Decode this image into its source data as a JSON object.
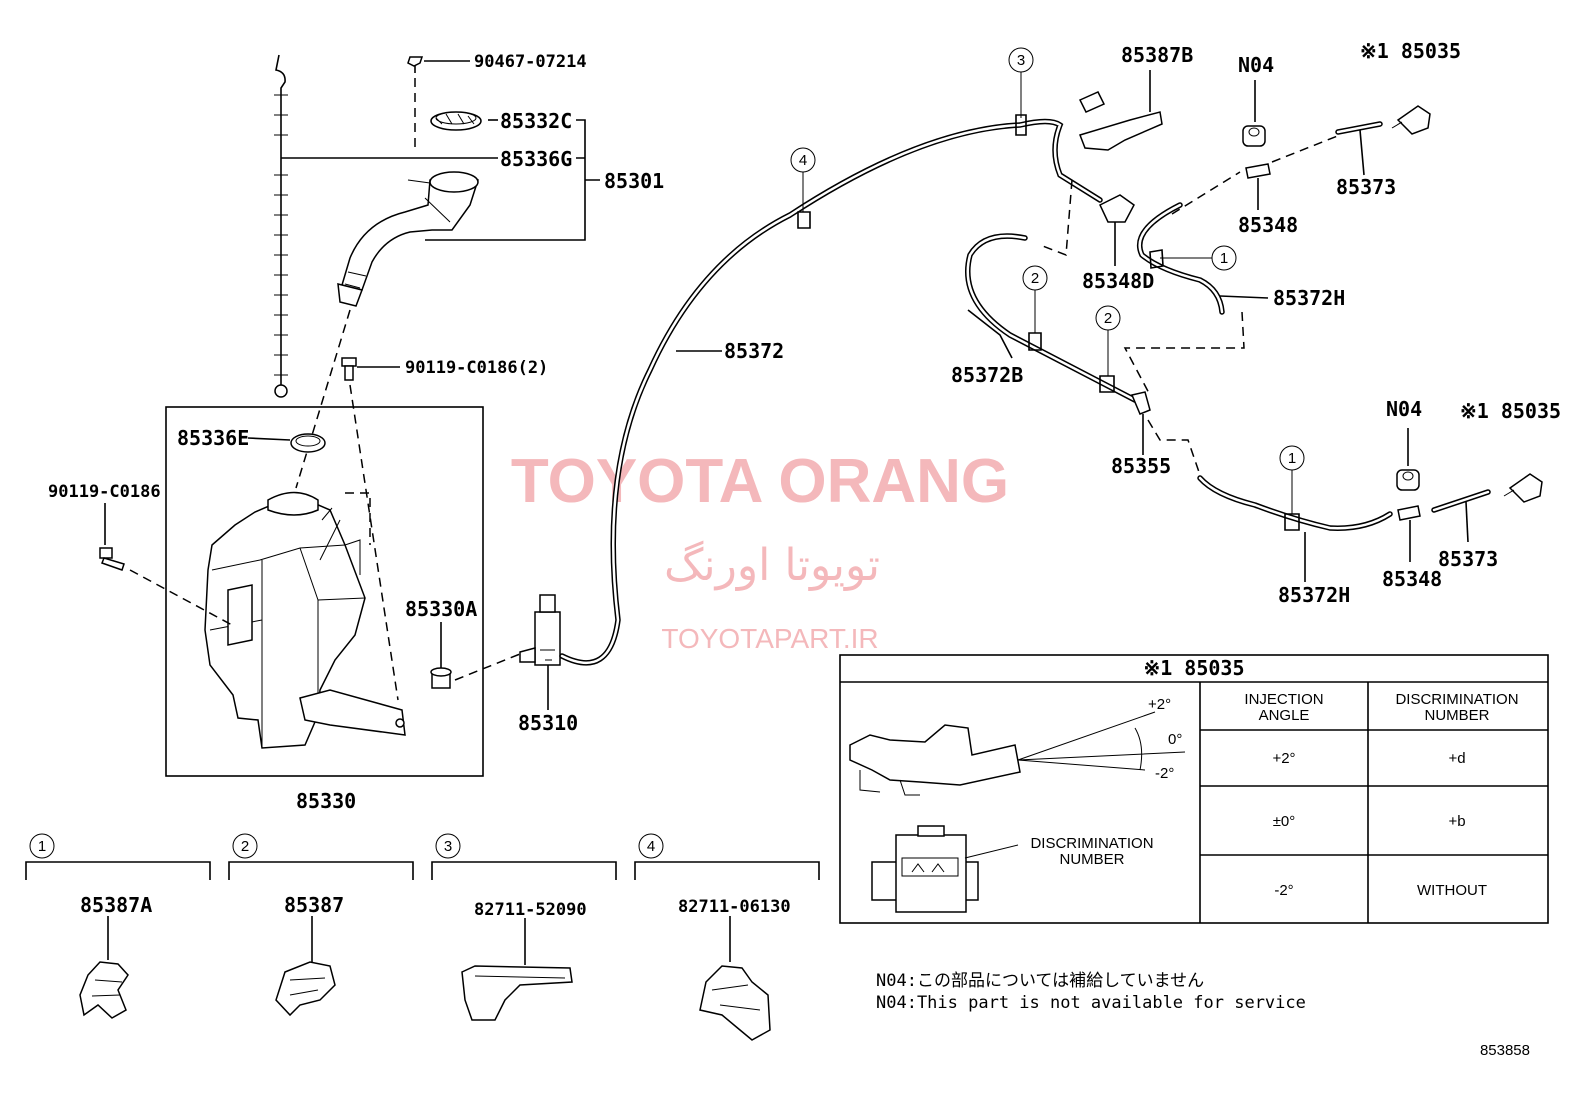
{
  "watermark": {
    "brand": "TOYOTA ORANG",
    "persian": "تویوتا اورنگ",
    "site": "TOYOTAPART.IR"
  },
  "callouts": {
    "p_90467_07214": "90467-07214",
    "p_85332C": "85332C",
    "p_85336G": "85336G",
    "p_85301": "85301",
    "p_90119_C0186_2": "90119-C0186(2)",
    "p_85336E": "85336E",
    "p_90119_C0186": "90119-C0186",
    "p_85330A": "85330A",
    "p_85310": "85310",
    "p_85330": "85330",
    "p_85372": "85372",
    "p_85387B": "85387B",
    "p_N04_a": "N04",
    "p_85035_a": "※1 85035",
    "p_85373_a": "85373",
    "p_85348_a": "85348",
    "p_85348D": "85348D",
    "p_85372H_a": "85372H",
    "p_85372B": "85372B",
    "p_85355": "85355",
    "p_N04_b": "N04",
    "p_85035_b": "※1 85035",
    "p_85348_b": "85348",
    "p_85373_b": "85373",
    "p_85372H_b": "85372H"
  },
  "circle_refs": {
    "c3": "3",
    "c4": "4",
    "c1a": "1",
    "c2a": "2",
    "c2b": "2",
    "c1b": "1"
  },
  "clip_legend": [
    {
      "num": "1",
      "part": "85387A"
    },
    {
      "num": "2",
      "part": "85387"
    },
    {
      "num": "3",
      "part": "82711-52090"
    },
    {
      "num": "4",
      "part": "82711-06130"
    }
  ],
  "detail_table": {
    "title": "※1 85035",
    "angle_plus": "+2°",
    "angle_zero": "0°",
    "angle_minus": "-2°",
    "disc_label_line1": "DISCRIMINATION",
    "disc_label_line2": "NUMBER",
    "headers": [
      {
        "line1": "INJECTION",
        "line2": "ANGLE"
      },
      {
        "line1": "DISCRIMINATION",
        "line2": "NUMBER"
      }
    ],
    "rows": [
      {
        "angle": "+2°",
        "number": "+d"
      },
      {
        "angle": "±0°",
        "number": "+b"
      },
      {
        "angle": "-2°",
        "number": "WITHOUT"
      }
    ]
  },
  "notes": {
    "jp": "N04:この部品については補給していません",
    "en": "N04:This part is not available for service"
  },
  "diagram_code": "853858"
}
